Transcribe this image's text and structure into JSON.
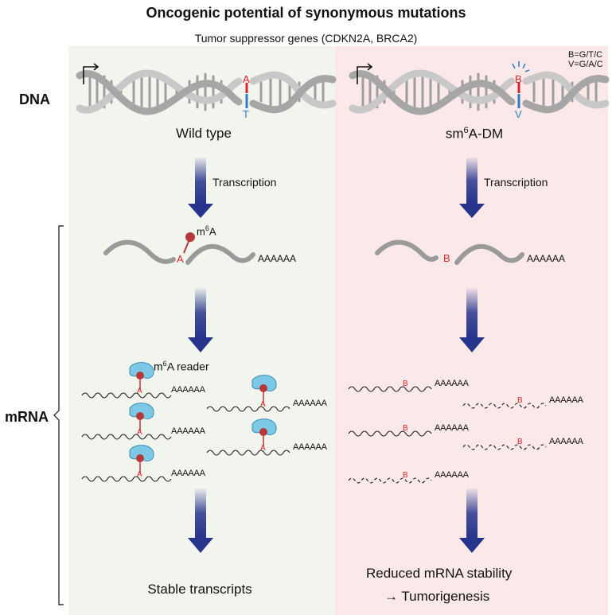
{
  "title": "Oncogenic potential of synonymous mutations",
  "subtitle": "Tumor suppressor genes (CDKN2A, BRCA2)",
  "row_labels": {
    "dna": "DNA",
    "mrna": "mRNA"
  },
  "legend": {
    "line1": "B=G/T/C",
    "line2": "V=G/A/C"
  },
  "left": {
    "dna_top_base": "A",
    "dna_bottom_base": "T",
    "genotype_label": "Wild type",
    "transcription_label": "Transcription",
    "modification_label": "m",
    "modification_sup": "6",
    "modification_suffix": "A",
    "rna_base": "A",
    "poly_a": "AAAAAA",
    "reader_label": "m",
    "reader_sup": "6",
    "reader_suffix": "A reader",
    "outcome": "Stable transcripts"
  },
  "right": {
    "dna_top_base": "B",
    "dna_bottom_base": "V",
    "genotype_prefix": "sm",
    "genotype_sup": "6",
    "genotype_suffix": "A-DM",
    "transcription_label": "Transcription",
    "rna_base": "B",
    "poly_a": "AAAAAA",
    "outcome_line1": "Reduced mRNA stability",
    "outcome_line2": "→ Tumorigenesis"
  },
  "colors": {
    "left_panel": "#f2f5ee",
    "right_panel": "#fbe9e9",
    "arrow": "#27348b",
    "mutation_red": "#d9262a",
    "complement_blue": "#2f7dc1",
    "reader_blue": "#7cc8e6",
    "methyl_red": "#b5383a",
    "dna_gray": "#a9a9a9"
  }
}
